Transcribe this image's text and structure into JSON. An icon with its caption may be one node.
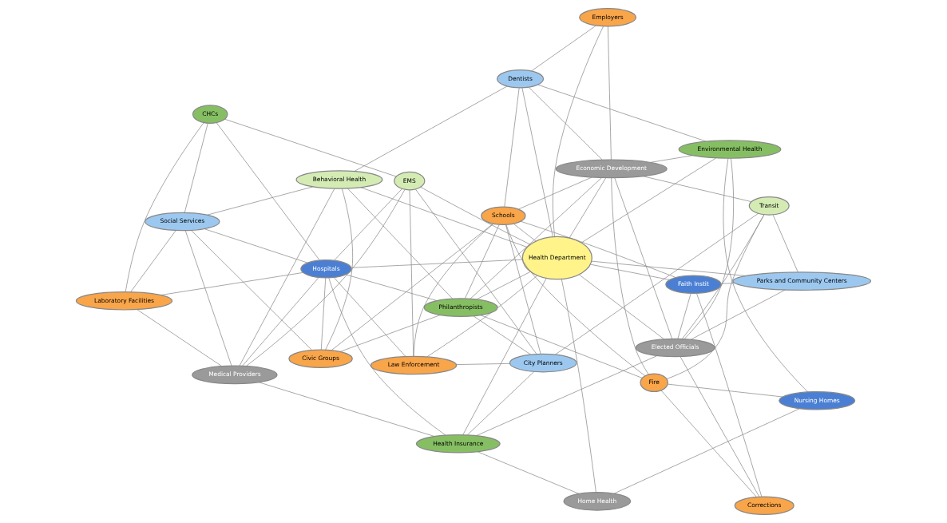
{
  "diagram": {
    "nodes": [
      {
        "text": [
          "Law Enforcement"
        ]
      },
      {
        "text": [
          "City Planners"
        ]
      },
      {
        "text": [
          "Health Insurance"
        ]
      },
      {
        "text": [
          "Faith Instit"
        ]
      },
      {
        "text": [
          "Home Health"
        ]
      },
      {
        "text": [
          "EMS"
        ]
      },
      {
        "text": [
          "Corrections"
        ]
      },
      {
        "text": [
          "Parks and Community Centers"
        ]
      },
      {
        "text": [
          "Health Department"
        ]
      },
      {
        "text": [
          "Medical Providers"
        ]
      },
      {
        "text": [
          "Hospitals"
        ]
      },
      {
        "text": [
          "Schools"
        ]
      },
      {
        "text": [
          "Elected Officials"
        ]
      },
      {
        "text": [
          "Nursing Homes"
        ]
      },
      {
        "text": [
          "Transit"
        ]
      },
      {
        "text": [
          "Philanthropists"
        ]
      },
      {
        "text": [
          "Environmental Health"
        ]
      },
      {
        "text": [
          "CHCs"
        ]
      },
      {
        "text": [
          "Civic Groups"
        ]
      },
      {
        "text": [
          "Laboratory Facilities"
        ]
      },
      {
        "text": [
          "Social Services"
        ]
      },
      {
        "text": [
          "Behavioral Health"
        ]
      },
      {
        "text": [
          "Dentists"
        ]
      },
      {
        "text": [
          "Employers"
        ]
      },
      {
        "text": [
          "Economic Development"
        ]
      },
      {
        "text": [
          "Fire"
        ]
      }
    ],
    "edges": [
      {
        "from": 0,
        "to": 1,
        "arrow": "none"
      },
      {
        "from": 0,
        "to": 5,
        "arrow": "none"
      },
      {
        "from": 0,
        "to": 10,
        "arrow": "none"
      },
      {
        "from": 0,
        "to": 11,
        "arrow": "none"
      },
      {
        "from": 0,
        "to": 8,
        "arrow": "none"
      },
      {
        "from": 1,
        "to": 2,
        "arrow": "none"
      },
      {
        "from": 1,
        "to": 5,
        "arrow": "none"
      },
      {
        "from": 1,
        "to": 15,
        "arrow": "none"
      },
      {
        "from": 1,
        "to": 11,
        "arrow": "none"
      },
      {
        "from": 1,
        "to": 14,
        "arrow": "none"
      },
      {
        "from": 5,
        "to": 10,
        "arrow": "none"
      },
      {
        "from": 5,
        "to": 9,
        "arrow": "none"
      },
      {
        "from": 5,
        "to": 17,
        "arrow": "none"
      },
      {
        "from": 5,
        "to": 8,
        "arrow": "none"
      },
      {
        "from": 2,
        "to": 10,
        "arrow": "none"
      },
      {
        "from": 2,
        "to": 9,
        "arrow": "none"
      },
      {
        "from": 2,
        "to": 8,
        "arrow": "none"
      },
      {
        "from": 2,
        "to": 4,
        "arrow": "none"
      },
      {
        "from": 2,
        "to": 12,
        "arrow": "none"
      },
      {
        "from": 3,
        "to": 8,
        "arrow": "none"
      },
      {
        "from": 3,
        "to": 11,
        "arrow": "none"
      },
      {
        "from": 3,
        "to": 6,
        "arrow": "none"
      },
      {
        "from": 3,
        "to": 7,
        "arrow": "none"
      },
      {
        "from": 3,
        "to": 12,
        "arrow": "none"
      },
      {
        "from": 4,
        "to": 8,
        "arrow": "none"
      },
      {
        "from": 4,
        "to": 13,
        "arrow": "none"
      },
      {
        "from": 6,
        "to": 12,
        "arrow": "none"
      },
      {
        "from": 6,
        "to": 25,
        "arrow": "none"
      },
      {
        "from": 7,
        "to": 8,
        "arrow": "none"
      },
      {
        "from": 7,
        "to": 12,
        "arrow": "none"
      },
      {
        "from": 7,
        "to": 14,
        "arrow": "none"
      },
      {
        "from": 8,
        "to": 10,
        "arrow": "none"
      },
      {
        "from": 8,
        "to": 11,
        "arrow": "none"
      },
      {
        "from": 8,
        "to": 12,
        "arrow": "none"
      },
      {
        "from": 8,
        "to": 22,
        "arrow": "none"
      },
      {
        "from": 8,
        "to": 16,
        "arrow": "none"
      },
      {
        "from": 8,
        "to": 23,
        "arrow": "none"
      },
      {
        "from": 8,
        "to": 21,
        "arrow": "none"
      },
      {
        "from": 8,
        "to": 15,
        "arrow": "none"
      },
      {
        "from": 8,
        "to": 24,
        "arrow": "none"
      },
      {
        "from": 9,
        "to": 10,
        "arrow": "none"
      },
      {
        "from": 9,
        "to": 19,
        "arrow": "none"
      },
      {
        "from": 9,
        "to": 20,
        "arrow": "none"
      },
      {
        "from": 9,
        "to": 21,
        "arrow": "none"
      },
      {
        "from": 10,
        "to": 15,
        "arrow": "none"
      },
      {
        "from": 10,
        "to": 18,
        "arrow": "none"
      },
      {
        "from": 10,
        "to": 20,
        "arrow": "none"
      },
      {
        "from": 10,
        "to": 19,
        "arrow": "none"
      },
      {
        "from": 10,
        "to": 17,
        "arrow": "none"
      },
      {
        "from": 11,
        "to": 15,
        "arrow": "none"
      },
      {
        "from": 11,
        "to": 18,
        "arrow": "none"
      },
      {
        "from": 11,
        "to": 22,
        "arrow": "none"
      },
      {
        "from": 11,
        "to": 25,
        "arrow": "none"
      },
      {
        "from": 11,
        "to": 24,
        "arrow": "none"
      },
      {
        "from": 12,
        "to": 16,
        "arrow": "none"
      },
      {
        "from": 12,
        "to": 14,
        "arrow": "none"
      },
      {
        "from": 12,
        "to": 24,
        "arrow": "none"
      },
      {
        "from": 13,
        "to": 16,
        "arrow": "none"
      },
      {
        "from": 13,
        "to": 25,
        "arrow": "none"
      },
      {
        "from": 14,
        "to": 25,
        "arrow": "none"
      },
      {
        "from": 14,
        "to": 24,
        "arrow": "none"
      },
      {
        "from": 15,
        "to": 21,
        "arrow": "none"
      },
      {
        "from": 15,
        "to": 18,
        "arrow": "none"
      },
      {
        "from": 15,
        "to": 24,
        "arrow": "none"
      },
      {
        "from": 15,
        "to": 25,
        "arrow": "none"
      },
      {
        "from": 16,
        "to": 22,
        "arrow": "none"
      },
      {
        "from": 16,
        "to": 24,
        "arrow": "none"
      },
      {
        "from": 17,
        "to": 19,
        "arrow": "none"
      },
      {
        "from": 17,
        "to": 20,
        "arrow": "none"
      },
      {
        "from": 18,
        "to": 20,
        "arrow": "none"
      },
      {
        "from": 18,
        "to": 21,
        "arrow": "none"
      },
      {
        "from": 19,
        "to": 20,
        "arrow": "none"
      },
      {
        "from": 20,
        "to": 21,
        "arrow": "none"
      },
      {
        "from": 21,
        "to": 22,
        "arrow": "none"
      },
      {
        "from": 22,
        "to": 23,
        "arrow": "none"
      },
      {
        "from": 22,
        "to": 24,
        "arrow": "none"
      },
      {
        "from": 23,
        "to": 24,
        "arrow": "none"
      },
      {
        "from": 24,
        "to": 25,
        "arrow": "none"
      }
    ]
  }
}
